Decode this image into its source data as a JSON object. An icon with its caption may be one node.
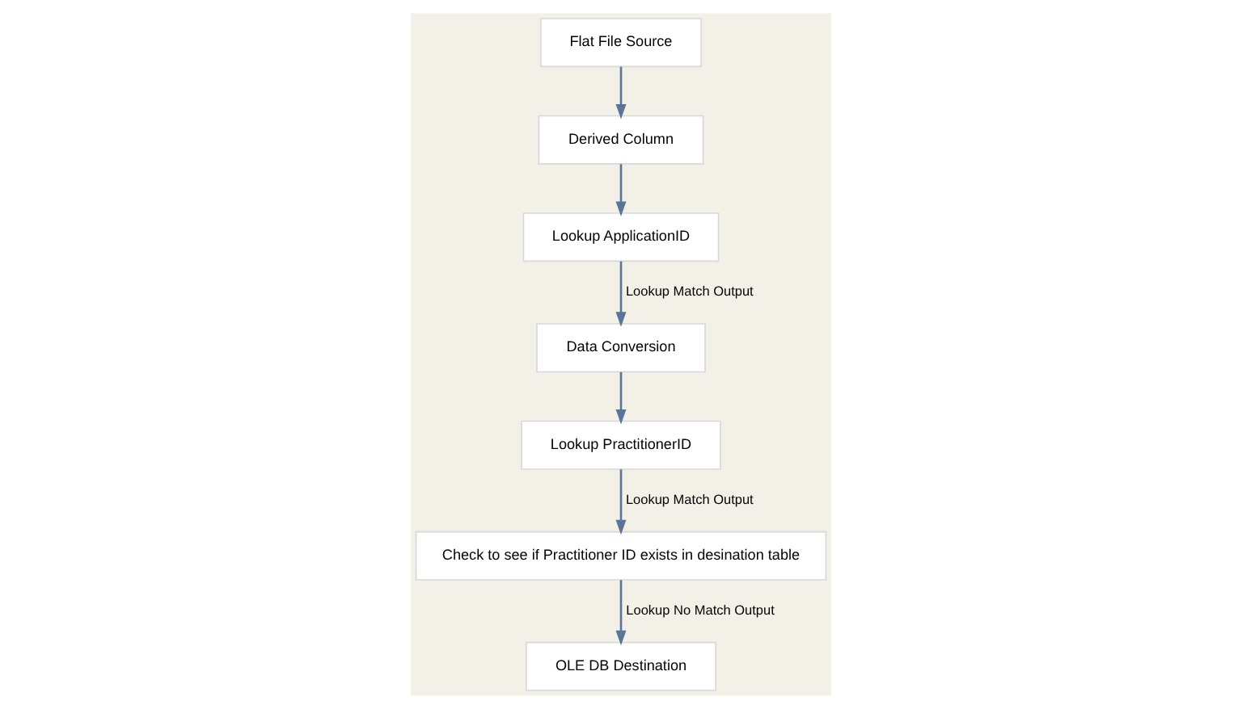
{
  "diagram": {
    "nodes": [
      {
        "text": [
          "Flat File Source"
        ]
      },
      {
        "text": [
          "Derived Column"
        ]
      },
      {
        "text": [
          "Lookup ApplicationID"
        ]
      },
      {
        "text": [
          "Data Conversion"
        ]
      },
      {
        "text": [
          "Lookup PractitionerID"
        ]
      },
      {
        "text": [
          "Check to see if Practitioner ID exists in desination table"
        ]
      },
      {
        "text": [
          "OLE DB Destination"
        ]
      }
    ],
    "edges": [
      {
        "from": 0,
        "to": 1,
        "arrow": "to"
      },
      {
        "from": 1,
        "to": 2,
        "arrow": "to"
      },
      {
        "from": 2,
        "to": 3,
        "arrow": "to",
        "label": "Lookup Match Output"
      },
      {
        "from": 3,
        "to": 4,
        "arrow": "to"
      },
      {
        "from": 4,
        "to": 5,
        "arrow": "to",
        "label": "Lookup Match Output"
      },
      {
        "from": 5,
        "to": 6,
        "arrow": "to",
        "label": "Lookup No Match Output"
      }
    ]
  }
}
